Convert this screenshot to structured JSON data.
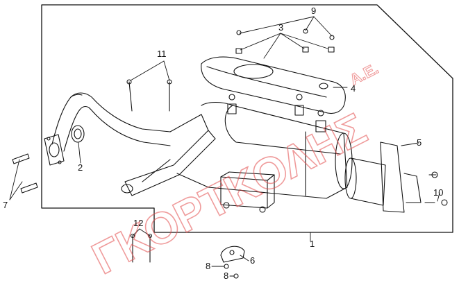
{
  "part_numbers": {
    "p1": "1",
    "p2": "2",
    "p3": "3",
    "p4": "4",
    "p5": "5",
    "p6": "6",
    "p7": "7",
    "p8a": "8",
    "p8b": "8",
    "p9": "9",
    "p10": "10",
    "p11": "11",
    "p12": "12"
  },
  "watermark": {
    "main": "ΓΚΟΡΤΚΟΛΗΣ",
    "suffix": "Α.Ε."
  },
  "colors": {
    "line": "#111111",
    "watermark": "#e34a4a"
  }
}
